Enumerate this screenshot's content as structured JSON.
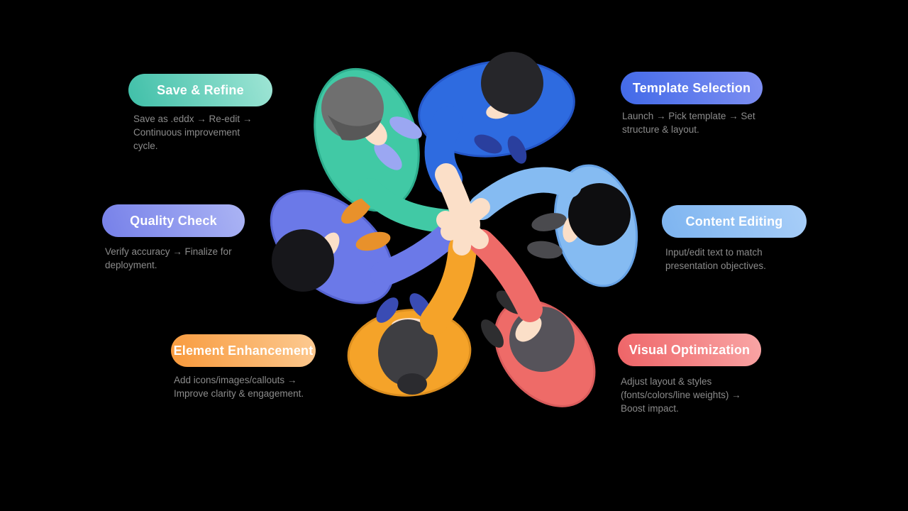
{
  "page": {
    "background": "#000000"
  },
  "steps": [
    {
      "title": "Save & Refine",
      "description": "Save as .eddx → Re-edit → Continuous improvement cycle.",
      "gradient": [
        "#3FBFA8",
        "#9FE5D5"
      ]
    },
    {
      "title": "Quality Check",
      "description": "Verify accuracy → Finalize for deployment.",
      "gradient": [
        "#7680E9",
        "#ABB4F4"
      ]
    },
    {
      "title": "Element Enhancement",
      "description": "Add icons/images/callouts → Improve clarity & engagement.",
      "gradient": [
        "#F8993B",
        "#FCCA92"
      ]
    },
    {
      "title": "Template Selection",
      "description": "Launch → Pick template → Set structure & layout.",
      "gradient": [
        "#4169E8",
        "#8090F2"
      ]
    },
    {
      "title": "Content Editing",
      "description": "Input/edit text to match presentation objectives.",
      "gradient": [
        "#7DB4F0",
        "#A8CEF8"
      ]
    },
    {
      "title": "Visual Optimization",
      "description": "Adjust layout & styles (fonts/colors/line weights) → Boost impact.",
      "gradient": [
        "#EE6366",
        "#F9A6A6"
      ]
    }
  ],
  "illustration": {
    "description": "Six people seen from above joining hands in the center (teamwork huddle)",
    "skin": "#FBDFC8",
    "people": [
      {
        "name": "teal-hooded-person",
        "shirt": "#41C9A5",
        "shirt_edge": "#2EAE8E",
        "hair": "#6F6F6F",
        "hair_dark": "#585858",
        "shoes": "#9BA7F2"
      },
      {
        "name": "blue-person",
        "shirt": "#2E6BE0",
        "shirt_edge": "#2456C8",
        "hair": "#26262A",
        "hair_dark": "#26262A",
        "shoes": "#2A3F9E"
      },
      {
        "name": "light-blue-person",
        "shirt": "#85BBF2",
        "shirt_edge": "#68A3E6",
        "hair": "#0E0E10",
        "hair_dark": "#0E0E10",
        "shoes": "#4A4A4E"
      },
      {
        "name": "red-person",
        "shirt": "#EE6B68",
        "shirt_edge": "#DA5C5C",
        "hair": "#56535A",
        "hair_dark": "#56535A",
        "shoes": "#2E2E30"
      },
      {
        "name": "orange-person",
        "shirt": "#F5A329",
        "shirt_edge": "#DD8F1F",
        "hair": "#3E3E42",
        "hair_dark": "#2B2B2F",
        "shoes": "#3A4CB4"
      },
      {
        "name": "periwinkle-person",
        "shirt": "#6B79E8",
        "shirt_edge": "#5664D2",
        "hair": "#17171B",
        "hair_dark": "#17171B",
        "shoes": "#E8912B"
      }
    ]
  }
}
